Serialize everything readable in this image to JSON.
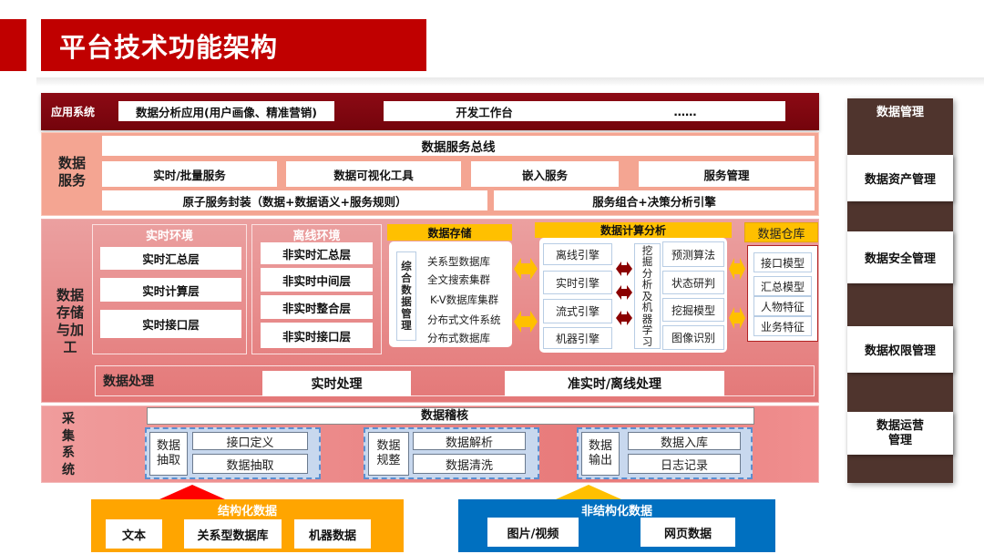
{
  "header": {
    "title": "平台技术功能架构"
  },
  "application_layer": {
    "label": "应用系统",
    "items": [
      "数据分析应用(用户画像、精准营销)",
      "开发工作台",
      "……"
    ]
  },
  "data_service": {
    "label": "数据\n服务",
    "bus": "数据服务总线",
    "row2": [
      "实时/批量服务",
      "数据可视化工具",
      "嵌入服务",
      "服务管理"
    ],
    "row3": [
      "原子服务封装（数据+数据语义+服务规则）",
      "服务组合+决策分析引擎"
    ]
  },
  "storage_processing": {
    "label": "数据\n存储\n与加\n工",
    "realtime_env": {
      "title": "实时环境",
      "layers": [
        "实时汇总层",
        "实时计算层",
        "实时接口层"
      ]
    },
    "offline_env": {
      "title": "离线环境",
      "layers": [
        "非实时汇总层",
        "非实时中间层",
        "非实时整合层",
        "非实时接口层"
      ]
    },
    "data_storage": {
      "title": "数据存储",
      "side_label": "综\n合\n数\n据\n管\n理",
      "items": [
        "关系型数据库",
        "全文搜索集群",
        "K-V数据库集群",
        "分布式文件系统",
        "分布式数据库"
      ]
    },
    "data_compute": {
      "title": "数据计算分析",
      "engines": [
        "离线引擎",
        "实时引擎",
        "流式引擎",
        "机器引擎"
      ],
      "mining_label": "挖\n掘\n分\n析\n及\n机\n器\n学\n习",
      "algorithms": [
        "预测算法",
        "状态研判",
        "挖掘模型",
        "图像识别"
      ]
    },
    "data_warehouse": {
      "title": "数据仓库",
      "models": [
        "接口模型",
        "汇总模型",
        "人物特征",
        "业务特征"
      ]
    },
    "processing": {
      "label": "数据处理",
      "items": [
        "实时处理",
        "准实时/离线处理"
      ]
    }
  },
  "collection": {
    "label": "采\n集\n系\n统",
    "audit": "数据稽核",
    "groups": [
      {
        "label": "数据\n抽取",
        "items": [
          "接口定义",
          "数据抽取"
        ]
      },
      {
        "label": "数据\n规整",
        "items": [
          "数据解析",
          "数据清洗"
        ]
      },
      {
        "label": "数据\n输出",
        "items": [
          "数据入库",
          "日志记录"
        ]
      }
    ]
  },
  "sources": {
    "structured": {
      "title": "结构化数据",
      "items": [
        "文本",
        "关系型数据库",
        "机器数据"
      ]
    },
    "unstructured": {
      "title": "非结构化数据",
      "items": [
        "图片/视频",
        "网页数据"
      ]
    }
  },
  "management": {
    "title": "数据管理",
    "items": [
      "数据资产管理",
      "数据安全管理",
      "数据权限管理",
      "数据运营\n管理"
    ]
  },
  "colors": {
    "title_red": "#c00000",
    "app_dark_red": "#7f0710",
    "service_salmon": "#f4a592",
    "storage_pink": "#e88787",
    "header_yellow": "#ffc000",
    "mgmt_brown": "#4f342d",
    "structured_orange": "#ffa500",
    "unstructured_blue": "#0070c0",
    "engine_arrow_red": "#8b0000"
  }
}
